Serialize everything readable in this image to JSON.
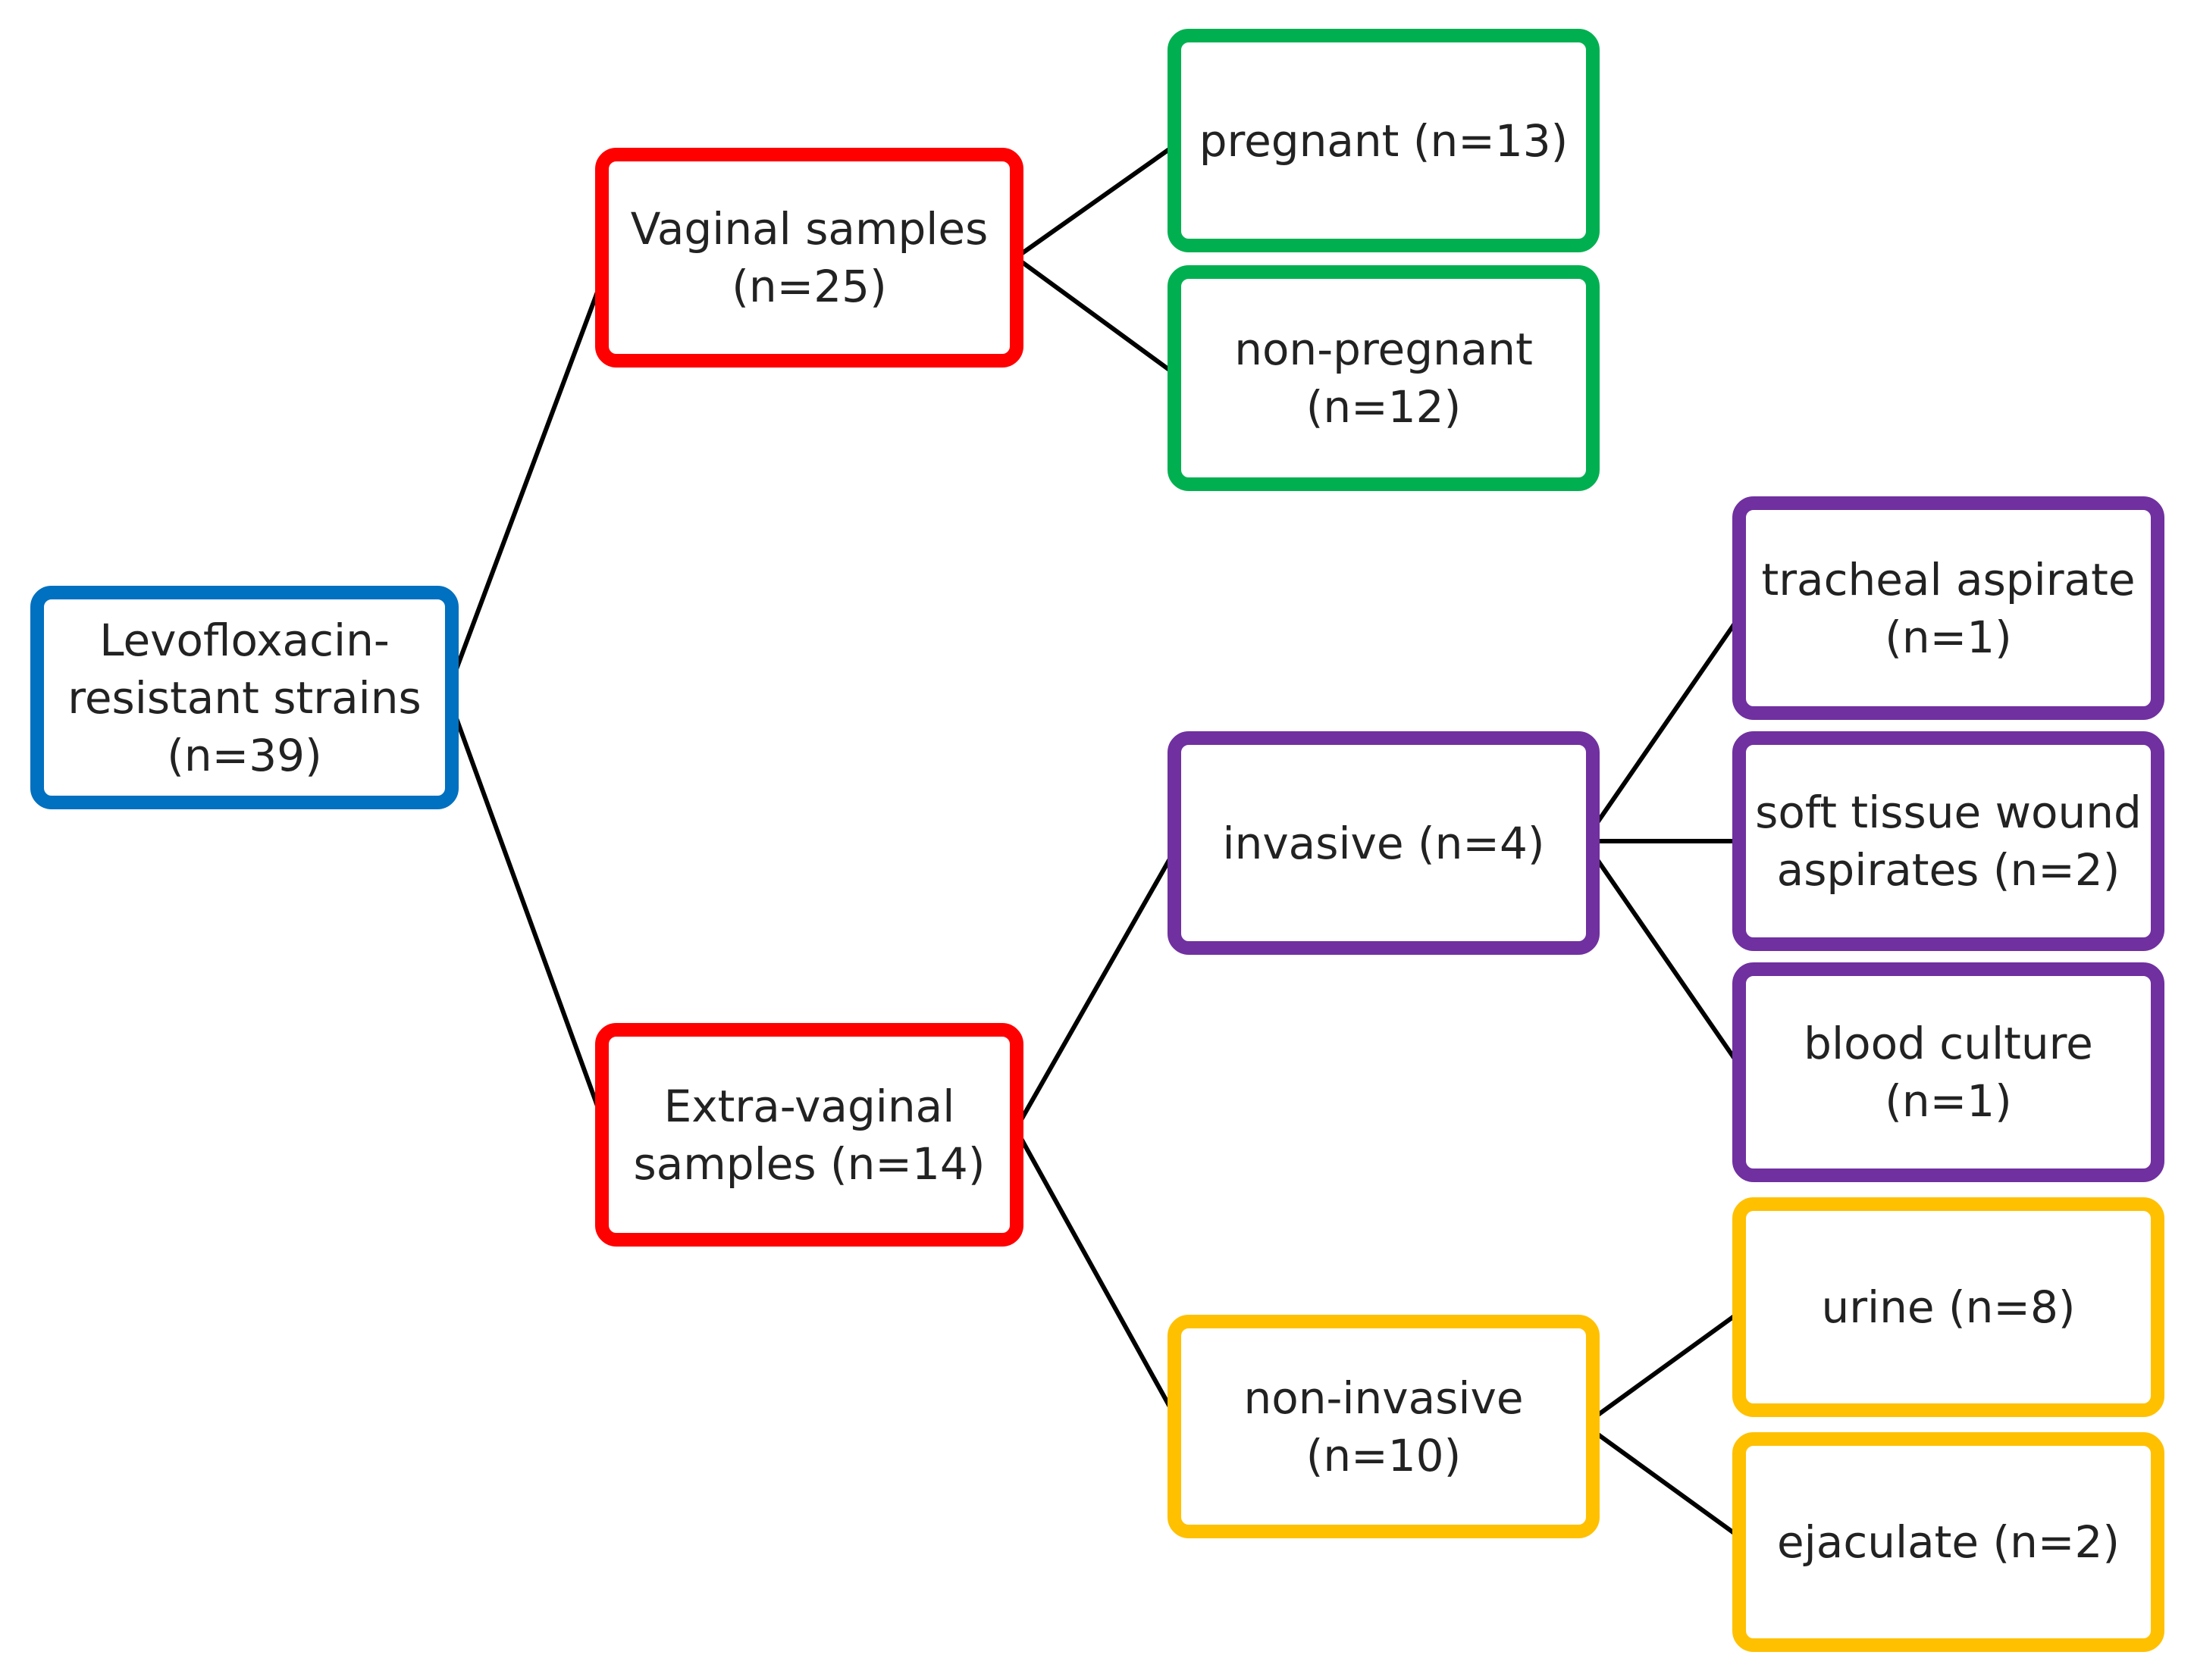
{
  "colors": {
    "root": "#0070C0",
    "level1": "#FF0000",
    "vaginal_children": "#00B050",
    "invasive_children": "#7030A0",
    "noninvasive_children": "#FFC000",
    "connector": "#000000"
  },
  "nodes": {
    "root": {
      "label": "Levofloxacin-\nresistant strains\n(n=39)"
    },
    "vaginal": {
      "label": "Vaginal samples\n(n=25)"
    },
    "extra_vaginal": {
      "label": "Extra-vaginal\nsamples (n=14)"
    },
    "pregnant": {
      "label": "pregnant (n=13)"
    },
    "non_pregnant": {
      "label": "non-pregnant\n(n=12)"
    },
    "invasive": {
      "label": "invasive (n=4)"
    },
    "non_invasive": {
      "label": "non-invasive\n(n=10)"
    },
    "tracheal_aspirate": {
      "label": "tracheal aspirate\n(n=1)"
    },
    "soft_tissue_wound_aspirates": {
      "label": "soft tissue wound\naspirates (n=2)"
    },
    "blood_culture": {
      "label": "blood culture\n(n=1)"
    },
    "urine": {
      "label": "urine (n=8)"
    },
    "ejaculate": {
      "label": "ejaculate (n=2)"
    }
  }
}
